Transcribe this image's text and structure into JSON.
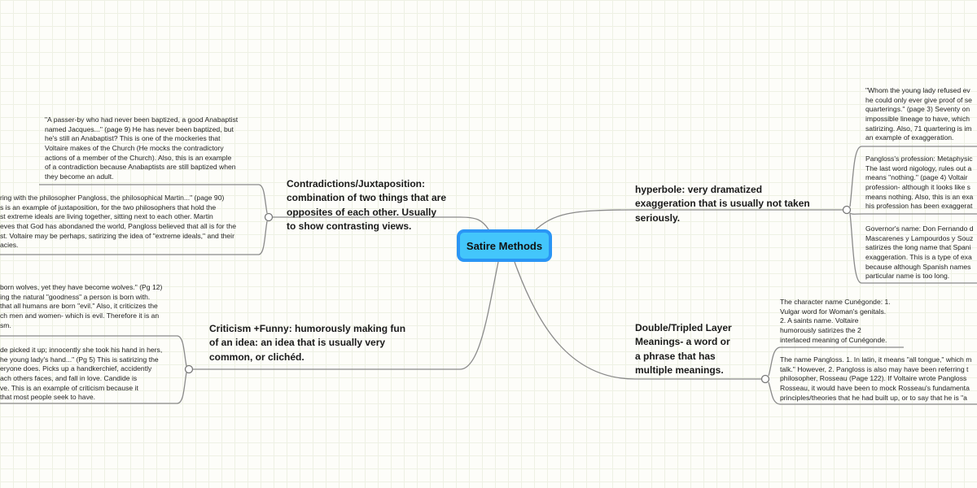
{
  "central": {
    "label": "Satire Methods",
    "fill": "#43c6fb",
    "border": "#2a95f5"
  },
  "topics": {
    "contradictions": {
      "lines": [
        "Contradictions/Juxtaposition:",
        "combination of two things that are",
        "opposites of each other.  Usually",
        "to show contrasting views."
      ],
      "notes": [
        [
          "\"A passer-by who had never been baptized, a good Anabaptist",
          "named Jacques...\" (page 9)  He has never been baptized, but",
          "he's still an Anabaptist?  This is one of the mockeries that",
          "Voltaire makes of the Church (He mocks the contradictory",
          "actions of a member of the Church). Also, this is an example",
          "of a contradiction because Anabaptists are still baptized when",
          "they become an adult."
        ],
        [
          "ring with the philosopher Pangloss, the philosophical Martin...\" (page 90)",
          "s is an example of juxtaposition, for the two philosophers that hold the",
          "st extreme ideals are living together, sitting next to each other.  Martin",
          "eves that God has abondaned the world, Pangloss believed that all is for the",
          "st. Voltaire may be perhaps, satirizing the idea of \"extreme ideals,\" and their",
          "acies."
        ]
      ]
    },
    "criticism": {
      "lines": [
        "Criticism +Funny: humorously making fun",
        "of an idea: an idea that is usually very",
        "common, or clichéd."
      ],
      "notes": [
        [
          "born wolves, yet they have become wolves.\"  (Pg 12)",
          "ing the natural \"goodness\" a person is born with.",
          " that all humans are born \"evil.\"  Also, it criticizes the",
          "ch men and women- which is evil.  Therefore it is an",
          "sm."
        ],
        [
          "de picked it up; innocently she took his hand in hers,",
          "he young lady's hand...\" (Pg 5)  This is satirizing the",
          "eryone does.  Picks up a handkerchief, accidently",
          "ach others faces, and fall in love.  Candide is",
          "ve.  This is an example of criticism because it",
          " that most people seek to have."
        ]
      ]
    },
    "hyperbole": {
      "lines": [
        "hyperbole: very dramatized",
        "exaggeration that is usually not taken",
        "seriously."
      ],
      "notes": [
        [
          "\"Whom the young lady refused ev",
          "he could only ever give proof of se",
          "quarterings.\" (page 3)  Seventy on",
          "impossible lineage to have, which",
          "satirizing.  Also, 71 quartering is im",
          "an example of exaggeration."
        ],
        [
          "Pangloss's profession: Metaphysic",
          " The last word nigology, rules out a",
          "means \"nothing.\" (page 4)  Voltair",
          "profession- although it looks like s",
          "means nothing.  Also, this is an exa",
          "his profession has been exaggerat"
        ],
        [
          "Governor's name: Don Fernando d",
          "Mascarenes y Lampourdos y Souz",
          "satirizes the long name that Spani",
          "exaggeration.  This is a type of exa",
          "because although Spanish names",
          "particular name is too long."
        ]
      ]
    },
    "double": {
      "lines": [
        "Double/Tripled Layer",
        "Meanings- a word or",
        "a phrase that has",
        "multiple meanings."
      ],
      "notes": [
        [
          "The character name Cunégonde: 1.",
          "Vulgar word for Woman's genitals.",
          "2. A saints name.  Voltaire",
          "humorously satirizes the 2",
          "interlaced meaning of Cunégonde."
        ],
        [
          "The name Pangloss.  1. In latin, it means \"all tongue,\" which m",
          "talk.\"  However, 2. Pangloss is also may have been referring t",
          "philosopher, Rosseau (Page 122).  If Voltaire wrote Pangloss",
          "Rosseau, it would have been to mock Rosseau's fundamenta",
          "principles/theories that he had built up, or to say that he is \"a"
        ]
      ]
    }
  }
}
